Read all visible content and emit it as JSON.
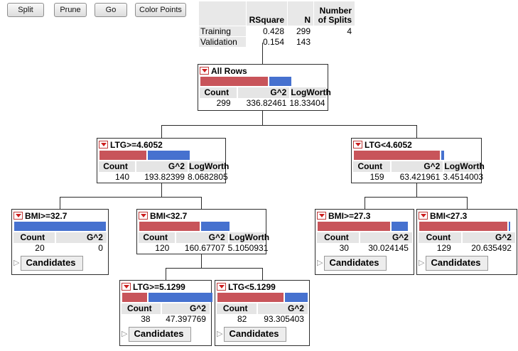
{
  "toolbar": {
    "split": "Split",
    "prune": "Prune",
    "go": "Go",
    "color_points": "Color Points"
  },
  "summary": {
    "col_rsquare": "RSquare",
    "col_n": "N",
    "col_splits": "Number\nof Splits",
    "rows": [
      {
        "label": "Training",
        "rsquare": "0.428",
        "n": "299",
        "splits": "4"
      },
      {
        "label": "Validation",
        "rsquare": "0.154",
        "n": "143",
        "splits": ""
      }
    ]
  },
  "labels": {
    "count": "Count",
    "g2": "G^2",
    "logworth": "LogWorth",
    "candidates": "Candidates"
  },
  "colors": {
    "bar_red": "#c8545a",
    "bar_blue": "#4671cf",
    "header_bg": "#e5e5e5"
  },
  "nodes": {
    "all_rows": {
      "title": "All Rows",
      "count": "299",
      "g2": "336.82461",
      "logworth": "18.33404",
      "red_pct": 74,
      "blue_pct": 24
    },
    "ltg_ge_4_6052": {
      "title": "LTG>=4.6052",
      "count": "140",
      "g2": "193.82399",
      "logworth": "8.0682805",
      "red_pct": 51,
      "blue_pct": 46
    },
    "ltg_lt_4_6052": {
      "title": "LTG<4.6052",
      "count": "159",
      "g2": "63.421961",
      "logworth": "3.4514003",
      "red_pct": 94,
      "blue_pct": 3
    },
    "bmi_ge_32_7": {
      "title": "BMI>=32.7",
      "count": "20",
      "g2": "0",
      "red_pct": 0,
      "blue_pct": 100
    },
    "bmi_lt_32_7": {
      "title": "BMI<32.7",
      "count": "120",
      "g2": "160.67707",
      "logworth": "5.1050931",
      "red_pct": 66,
      "blue_pct": 31
    },
    "bmi_ge_27_3": {
      "title": "BMI>=27.3",
      "count": "30",
      "g2": "30.024145",
      "red_pct": 79,
      "blue_pct": 18
    },
    "bmi_lt_27_3": {
      "title": "BMI<27.3",
      "count": "129",
      "g2": "20.635492",
      "red_pct": 96,
      "blue_pct": 2
    },
    "ltg_ge_5_1299": {
      "title": "LTG>=5.1299",
      "count": "38",
      "g2": "47.397769",
      "red_pct": 27,
      "blue_pct": 70
    },
    "ltg_lt_5_1299": {
      "title": "LTG<5.1299",
      "count": "82",
      "g2": "93.305403",
      "red_pct": 72,
      "blue_pct": 25
    }
  }
}
